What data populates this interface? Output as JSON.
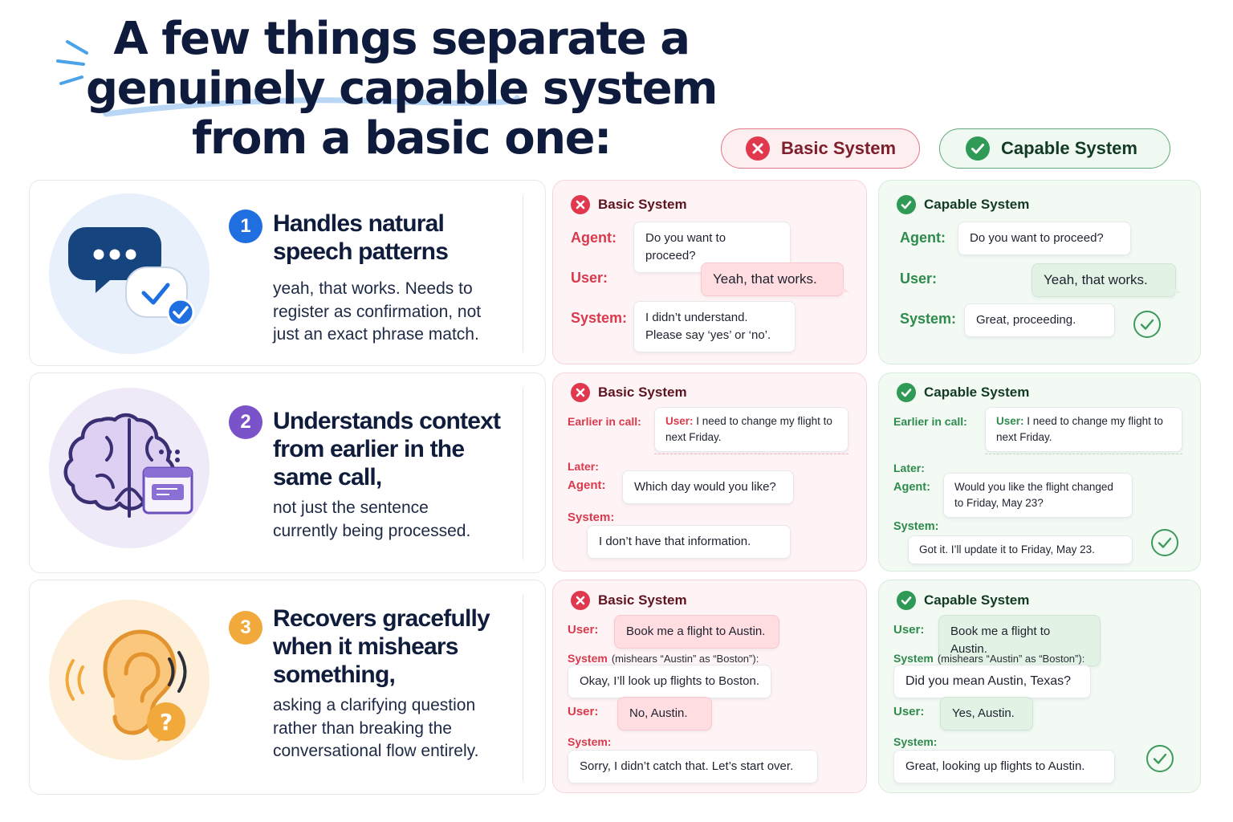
{
  "title": {
    "line1": "A few things separate a",
    "line2": "genuinely capable system",
    "line3": "from a basic one:"
  },
  "legend": {
    "basic": "Basic System",
    "capable": "Capable System"
  },
  "colors": {
    "basic_accent": "#e0384f",
    "capable_accent": "#2f9a55",
    "num1": "#1f6fe0",
    "num2": "#7a52c9",
    "num3": "#f2a93b"
  },
  "icons": [
    "speech-bubble-check-icon",
    "brain-window-icon",
    "ear-question-icon",
    "x-circle-icon",
    "check-circle-icon"
  ],
  "features": [
    {
      "num": "1",
      "title": "Handles natural speech patterns",
      "desc": "yeah, that works. Needs to register as confirmation, not just an exact phrase match.",
      "basic": {
        "header": "Basic System",
        "agent_label": "Agent:",
        "agent_text": "Do you want to proceed?",
        "user_label": "User:",
        "user_text": "Yeah, that works.",
        "system_label": "System:",
        "system_text1": "I didn’t understand.",
        "system_text2": "Please say ‘yes’ or ‘no’."
      },
      "capable": {
        "header": "Capable System",
        "agent_label": "Agent:",
        "agent_text": "Do you want to proceed?",
        "user_label": "User:",
        "user_text": "Yeah, that works.",
        "system_label": "System:",
        "system_text": "Great, proceeding."
      }
    },
    {
      "num": "2",
      "title": "Understands context from earlier in the same call,",
      "desc": "not just the sentence currently being processed.",
      "basic": {
        "header": "Basic System",
        "earlier_label": "Earlier in call:",
        "earlier_who": "User:",
        "earlier_text": " I need to change my flight to next Friday.",
        "later_label": "Later:",
        "agent_label": "Agent:",
        "agent_text": "Which day would you like?",
        "system_label": "System:",
        "system_text": "I don’t have that information."
      },
      "capable": {
        "header": "Capable System",
        "earlier_label": "Earlier in call:",
        "earlier_who": "User:",
        "earlier_text": " I need to change my flight to next Friday.",
        "later_label": "Later:",
        "agent_label": "Agent:",
        "agent_text": "Would you like the flight changed to Friday, May 23?",
        "system_label": "System:",
        "system_text": "Got it. I’ll update it to Friday, May 23."
      }
    },
    {
      "num": "3",
      "title": "Recovers gracefully when it mishears something,",
      "desc": "asking a clarifying question rather than breaking the conversational flow entirely.",
      "basic": {
        "header": "Basic System",
        "user1_label": "User:",
        "user1_text": "Book me a flight to Austin.",
        "system1_label": "System",
        "system1_note": "(mishears “Austin” as “Boston”):",
        "system1_text": "Okay, I’ll look up flights to Boston.",
        "user2_label": "User:",
        "user2_text": "No, Austin.",
        "system2_label": "System:",
        "system2_text": "Sorry, I didn’t catch that. Let’s start over."
      },
      "capable": {
        "header": "Capable System",
        "user1_label": "User:",
        "user1_text": "Book me a flight to Austin.",
        "system1_label": "System",
        "system1_note": "(mishears “Austin” as “Boston”):",
        "system1_text": "Did you mean Austin, Texas?",
        "user2_label": "User:",
        "user2_text": "Yes, Austin.",
        "system2_label": "System:",
        "system2_text": "Great, looking up flights to Austin."
      }
    }
  ]
}
